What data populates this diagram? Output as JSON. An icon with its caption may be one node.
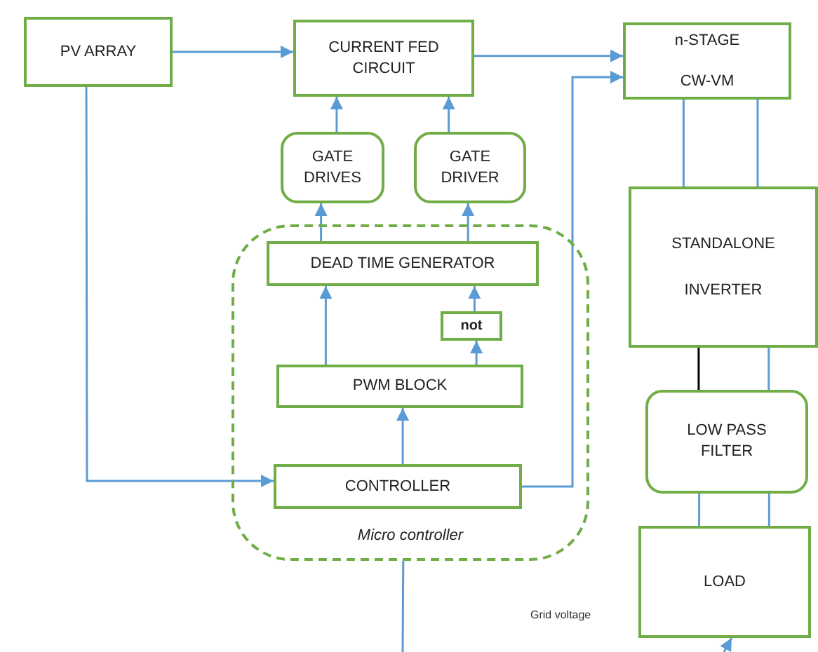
{
  "diagram": {
    "nodes": [
      {
        "text": [
          "PV ARRAY"
        ]
      },
      {
        "text": [
          "CURRENT FED CIRCUIT"
        ]
      },
      {
        "text": [
          "n-STAGE",
          "CW-VM"
        ]
      },
      {
        "text": [
          "GATE DRIVES"
        ]
      },
      {
        "text": [
          "GATE DRIVER"
        ]
      },
      {
        "text": [
          "Micro controller"
        ]
      },
      {
        "text": [
          "DEAD TIME GENERATOR"
        ],
        "in": 5
      },
      {
        "text": [
          "not"
        ],
        "in": 5
      },
      {
        "text": [
          "PWM BLOCK"
        ],
        "in": 5
      },
      {
        "text": [
          "CONTROLLER"
        ],
        "in": 5
      },
      {
        "text": [
          "STANDALONE",
          "INVERTER"
        ]
      },
      {
        "text": [
          "LOW PASS FILTER"
        ]
      },
      {
        "text": [
          "LOAD"
        ]
      }
    ],
    "edges": [
      {
        "from": 0,
        "to": 1,
        "arrow": "to"
      },
      {
        "from": 1,
        "to": 2,
        "arrow": "to"
      },
      {
        "from": 3,
        "to": 1,
        "arrow": "to"
      },
      {
        "from": 4,
        "to": 1,
        "arrow": "to"
      },
      {
        "from": 6,
        "to": 3,
        "arrow": "to"
      },
      {
        "from": 6,
        "to": 4,
        "arrow": "to"
      },
      {
        "from": 8,
        "to": 6,
        "arrow": "to"
      },
      {
        "from": 8,
        "to": 7,
        "arrow": "to"
      },
      {
        "from": 7,
        "to": 6,
        "arrow": "to"
      },
      {
        "from": 9,
        "to": 8,
        "arrow": "to"
      },
      {
        "from": 0,
        "to": 9,
        "arrow": "to"
      },
      {
        "from": 9,
        "to": 2,
        "arrow": "to"
      },
      {
        "from": 2,
        "to": 10,
        "arrow": "none"
      },
      {
        "from": 2,
        "to": 10,
        "arrow": "none"
      },
      {
        "from": 10,
        "to": 11,
        "arrow": "none",
        "color": "#000000"
      },
      {
        "from": 10,
        "to": 11,
        "arrow": "none"
      },
      {
        "from": 11,
        "to": 12,
        "arrow": "none"
      },
      {
        "from": 11,
        "to": 12,
        "arrow": "none"
      },
      {
        "from": null,
        "to": 12,
        "arrow": "to"
      },
      {
        "from": null,
        "to": 5,
        "arrow": "none"
      }
    ],
    "labels": [
      "Grid voltage"
    ]
  }
}
